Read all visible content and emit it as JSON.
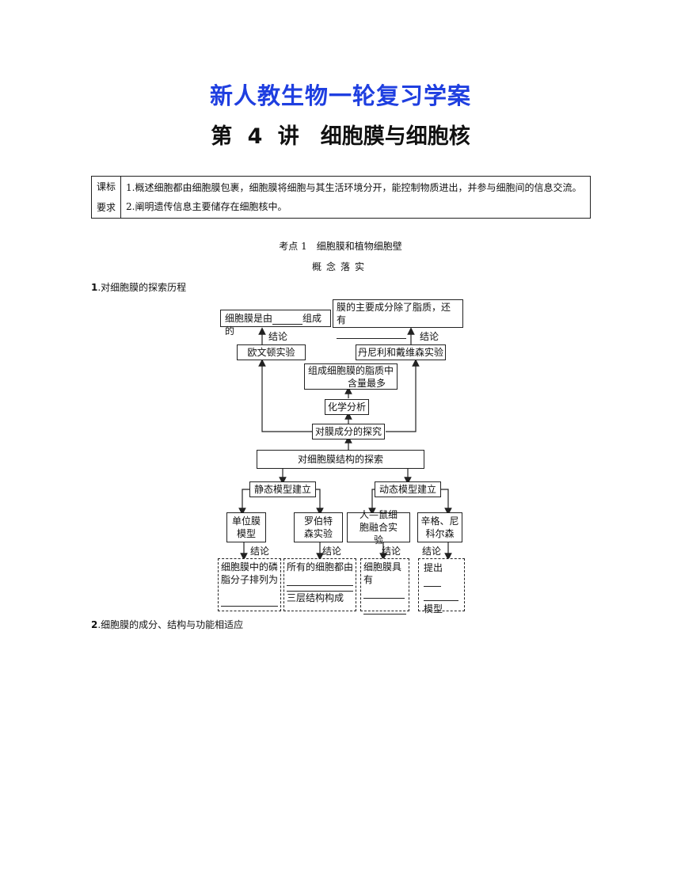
{
  "header": {
    "title": "新人教生物一轮复习学案",
    "lecture": "第 4 讲　细胞膜与细胞核"
  },
  "requirements": {
    "label": "课标要求",
    "items": [
      "1.概述细胞都由细胞膜包裹，细胞膜将细胞与其生活环境分开，能控制物质进出，并参与细胞间的信息交流。",
      "2.阐明遗传信息主要储存在细胞核中。"
    ]
  },
  "section": {
    "title": "考点 1　细胞膜和植物细胞壁",
    "subtitle": "概念落实"
  },
  "q1": {
    "num": "1",
    "text": ".对细胞膜的探索历程"
  },
  "q2": {
    "num": "2",
    "text": ".细胞膜的成分、结构与功能相适应"
  },
  "diagram": {
    "top_left": "细胞膜是由",
    "top_left_after": "组成的",
    "top_right_line1": "膜的主要成分除了脂质，还有",
    "overton": "欧文顿实验",
    "danielli": "丹尼利和戴维森实验",
    "lipid_line1": "组成细胞膜的脂质中",
    "lipid_after": "含量最多",
    "chem": "化学分析",
    "membrane_comp": "对膜成分的探究",
    "structure_explore": "对细胞膜结构的探索",
    "static_model": "静态模型建立",
    "dynamic_model": "动态模型建立",
    "unit_membrane": "单位膜模型",
    "robertson": "罗伯特森实验",
    "fusion": "人—鼠细胞融合实验",
    "singer": "辛格、尼科尔森",
    "conclusion": "结论",
    "c1_text": "细胞膜中的磷脂分子排列为",
    "c2_text": "所有的细胞都由",
    "c2_tail": "三层结构构成",
    "c3_text": "细胞膜具有",
    "c4_text": "提出",
    "c4_tail": "模型"
  }
}
